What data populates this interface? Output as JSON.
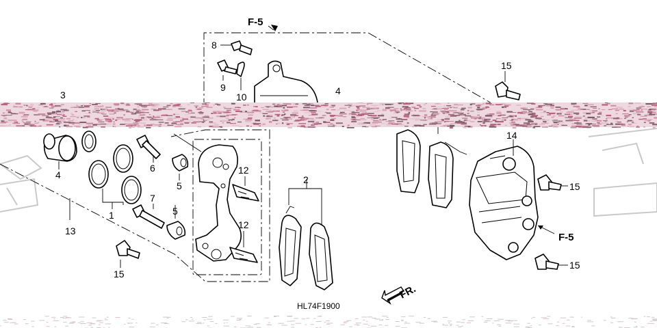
{
  "diagram": {
    "figure_code": "HL74F1900",
    "direction_label": "FR.",
    "callouts": {
      "c1": "1",
      "c2": "2",
      "c3": "3",
      "c4a": "4",
      "c4b": "4",
      "c5a": "5",
      "c5b": "5",
      "c6": "6",
      "c7": "7",
      "c8": "8",
      "c9": "9",
      "c10": "10",
      "c12a": "12",
      "c12b": "12",
      "c13": "13",
      "c14": "14",
      "c15a": "15",
      "c15b": "15",
      "c15c": "15",
      "c15d": "15"
    },
    "refs": {
      "f5_top": "F-5",
      "f5_right": "F-5"
    }
  }
}
